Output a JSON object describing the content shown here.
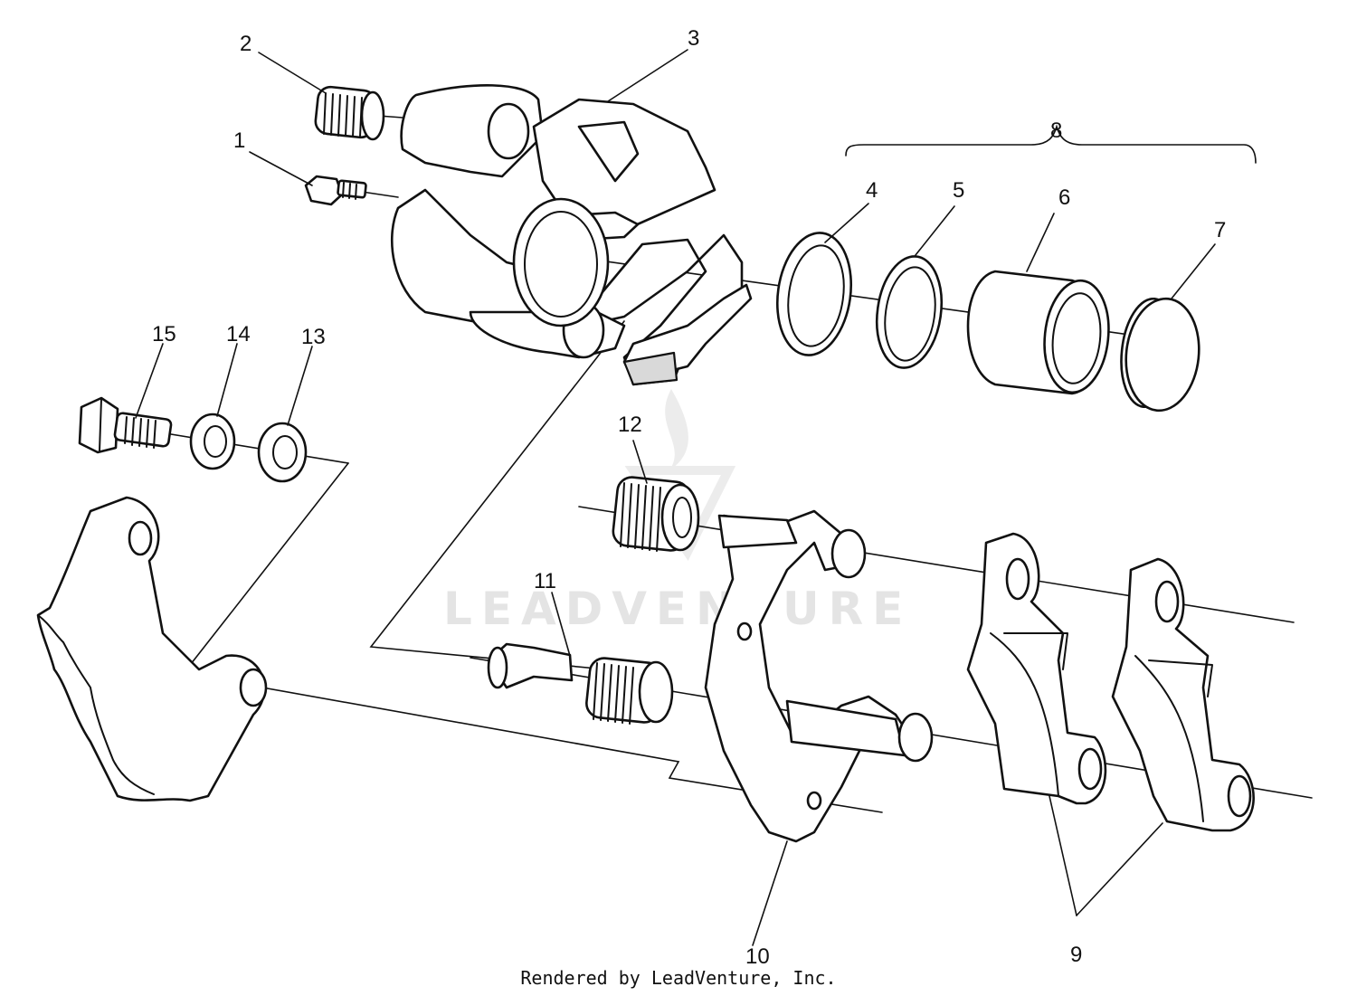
{
  "callouts": {
    "n1": "1",
    "n2": "2",
    "n3": "3",
    "n4": "4",
    "n5": "5",
    "n6": "6",
    "n7": "7",
    "n8": "8",
    "n9": "9",
    "n10": "10",
    "n11": "11",
    "n12": "12",
    "n13": "13",
    "n14": "14",
    "n15": "15"
  },
  "watermark": "LEADVENTURE",
  "footer": "Rendered by LeadVenture, Inc."
}
